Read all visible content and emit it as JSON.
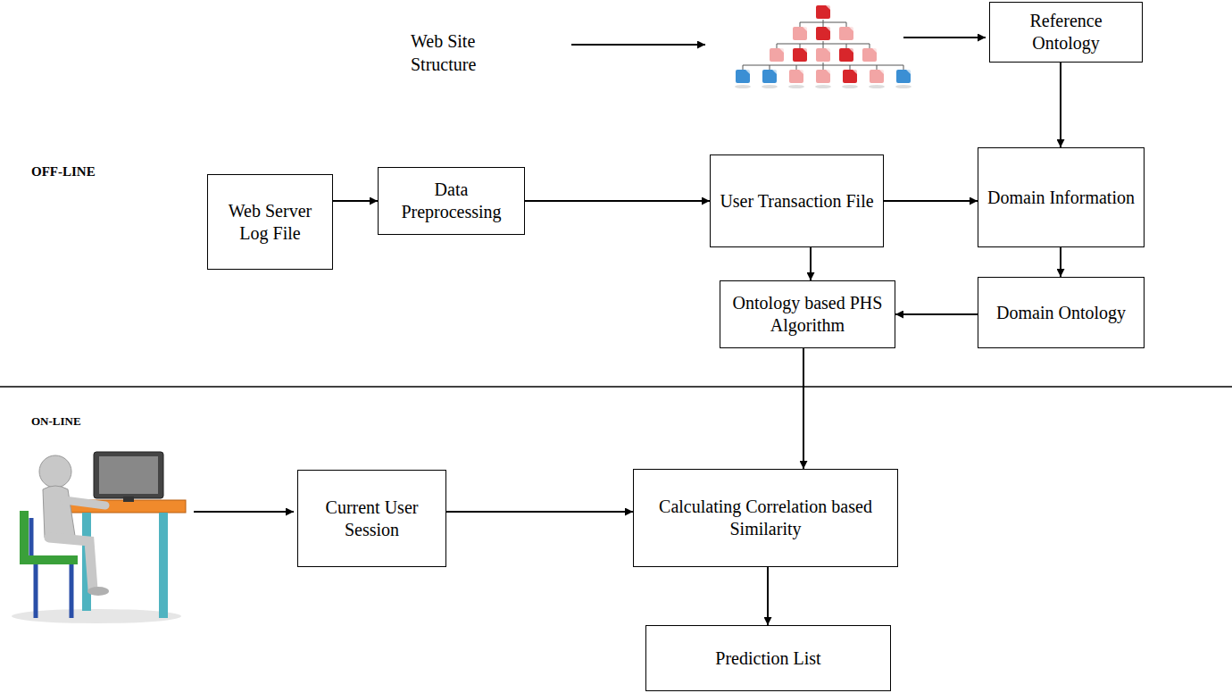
{
  "diagram": {
    "nodes": [
      {
        "text": [
          "Reference Ontology"
        ]
      },
      {
        "text": [
          "Web Server Log File"
        ]
      },
      {
        "text": [
          "Data Preprocessing"
        ]
      },
      {
        "text": [
          "User Transaction File"
        ]
      },
      {
        "text": [
          "Domain Information"
        ]
      },
      {
        "text": [
          "Ontology based PHS Algorithm"
        ]
      },
      {
        "text": [
          "Domain Ontology"
        ]
      },
      {
        "text": [
          "Current User Session"
        ]
      },
      {
        "text": [
          "Calculating Correlation based Similarity"
        ]
      },
      {
        "text": [
          "Prediction List"
        ]
      }
    ],
    "edges": [
      {
        "from": 0,
        "to": 4,
        "arrow": "to"
      },
      {
        "from": 1,
        "to": 2,
        "arrow": "to"
      },
      {
        "from": 2,
        "to": 3,
        "arrow": "to"
      },
      {
        "from": 3,
        "to": 4,
        "arrow": "to"
      },
      {
        "from": 3,
        "to": 5,
        "arrow": "to"
      },
      {
        "from": 4,
        "to": 6,
        "arrow": "to"
      },
      {
        "from": 6,
        "to": 5,
        "arrow": "to"
      },
      {
        "from": 5,
        "to": 8,
        "arrow": "to"
      },
      {
        "from": 7,
        "to": 8,
        "arrow": "to"
      },
      {
        "from": 8,
        "to": 9,
        "arrow": "to"
      }
    ],
    "labels": [
      "Web Site Structure",
      "OFF-LINE",
      "ON-LINE"
    ]
  }
}
